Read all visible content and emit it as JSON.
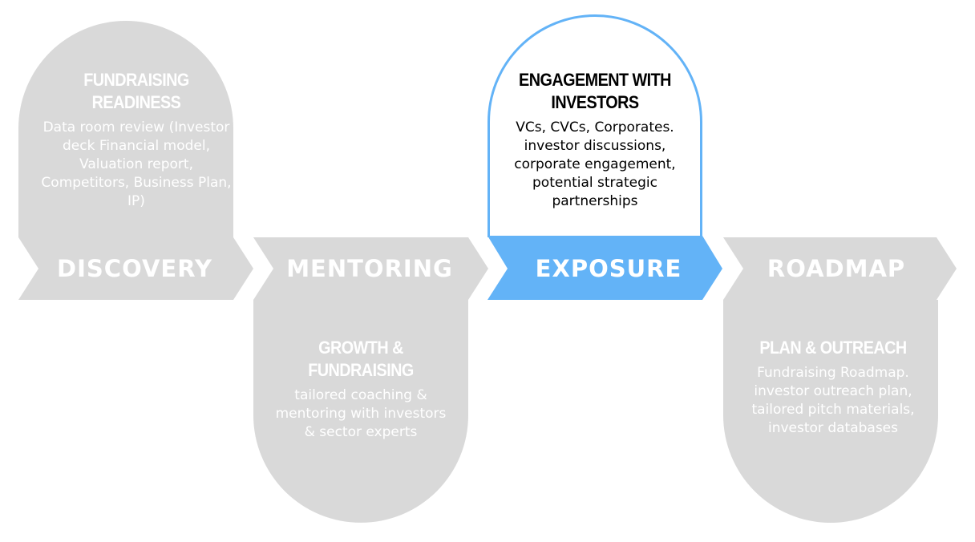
{
  "colors": {
    "inactive": "#d9d9d9",
    "active": "#63b3f7",
    "active_card_fill": "#ffffff",
    "inactive_text": "#ffffff",
    "active_text": "#000000"
  },
  "steps": [
    {
      "stage": "DISCOVERY",
      "title": "FUNDRAISING READINESS",
      "description": "Data room review (Investor deck Financial model, Valuation report, Competitors, Business Plan, IP)",
      "active": false
    },
    {
      "stage": "MENTORING",
      "title": "GROWTH & FUNDRAISING",
      "description": "tailored coaching & mentoring with investors & sector experts",
      "active": false
    },
    {
      "stage": "EXPOSURE",
      "title": "ENGAGEMENT WITH INVESTORS",
      "description": "VCs, CVCs, Corporates. investor discussions, corporate engagement, potential strategic partnerships",
      "active": true
    },
    {
      "stage": "ROADMAP",
      "title": "PLAN & OUTREACH",
      "description": "Fundraising Roadmap. investor outreach plan, tailored pitch materials, investor databases",
      "active": false
    }
  ]
}
